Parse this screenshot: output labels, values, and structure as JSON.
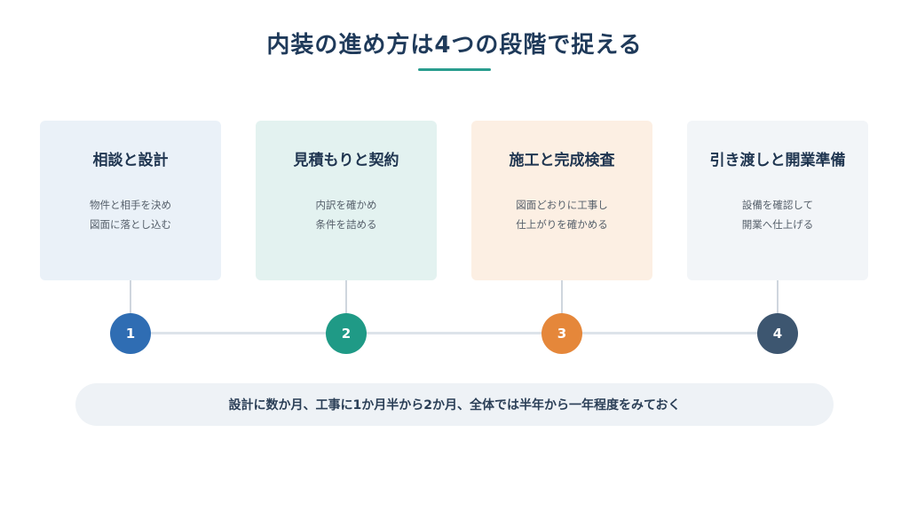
{
  "title": "内装の進め方は4つの段階で捉える",
  "accent_color": "#2a9d8f",
  "steps": [
    {
      "number": "1",
      "title": "相談と設計",
      "desc_line1": "物件と相手を決め",
      "desc_line2": "図面に落とし込む",
      "card_color": "#eaf1f8",
      "circle_color": "#2f6db3"
    },
    {
      "number": "2",
      "title": "見積もりと契約",
      "desc_line1": "内訳を確かめ",
      "desc_line2": "条件を詰める",
      "card_color": "#e3f2f0",
      "circle_color": "#1f9a86"
    },
    {
      "number": "3",
      "title": "施工と完成検査",
      "desc_line1": "図面どおりに工事し",
      "desc_line2": "仕上がりを確かめる",
      "card_color": "#fcefe3",
      "circle_color": "#e5873a"
    },
    {
      "number": "4",
      "title": "引き渡しと開業準備",
      "desc_line1": "設備を確認して",
      "desc_line2": "開業へ仕上げる",
      "card_color": "#f2f5f8",
      "circle_color": "#3d5670"
    }
  ],
  "summary": "設計に数か月、工事に1か月半から2か月、全体では半年から一年程度をみておく"
}
